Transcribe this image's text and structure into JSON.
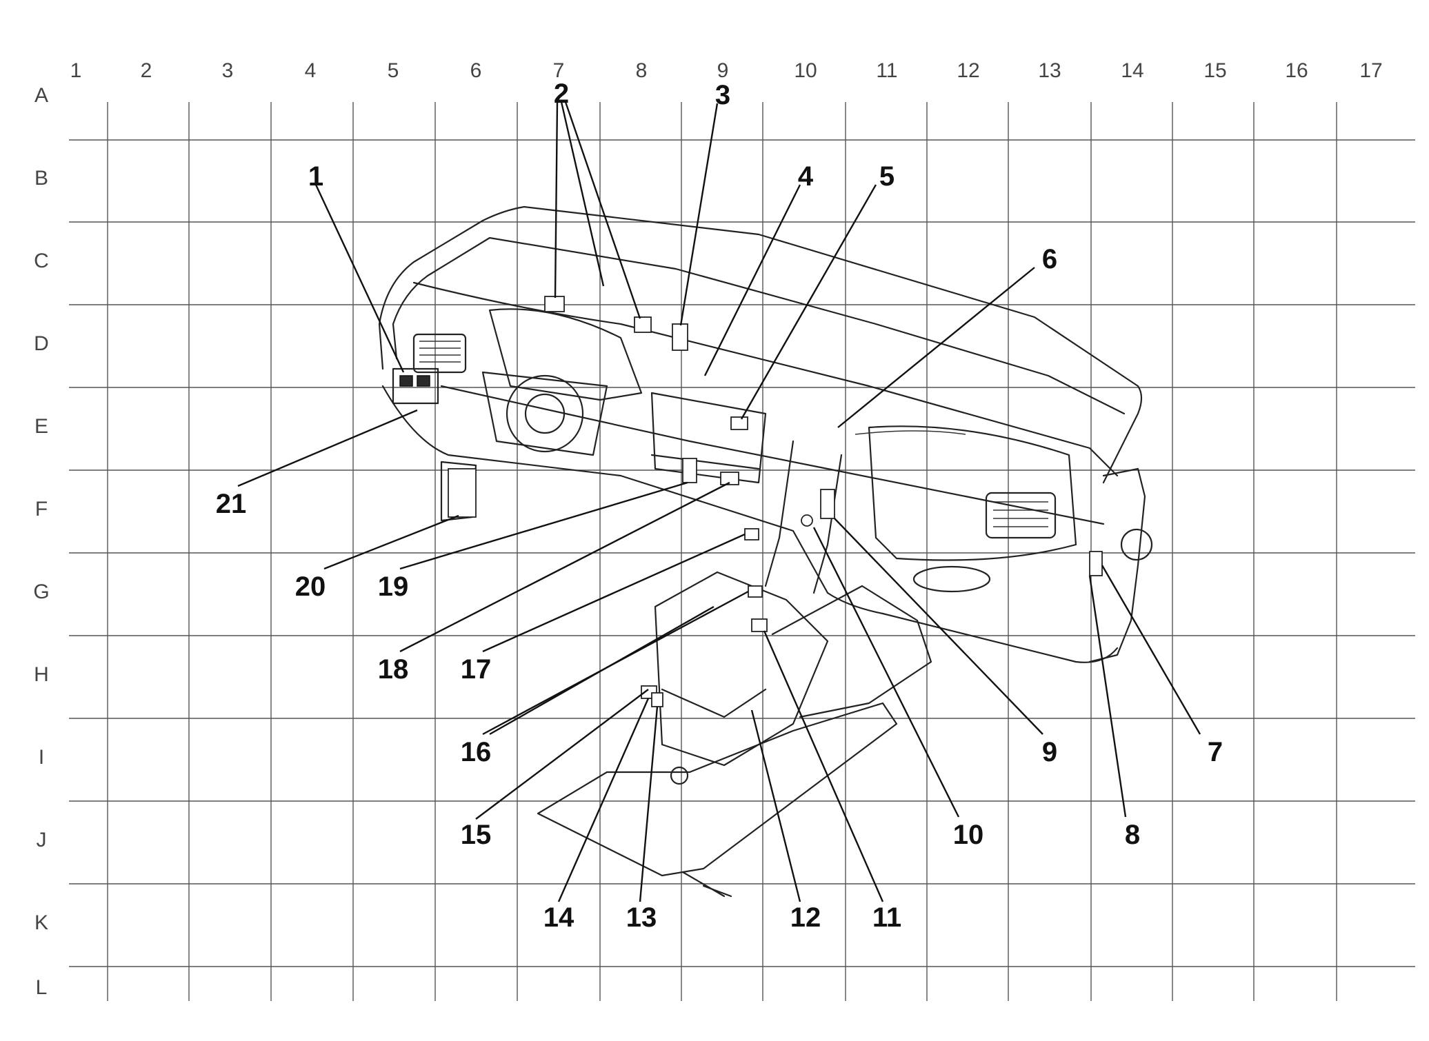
{
  "grid": {
    "columns": [
      "1",
      "2",
      "3",
      "4",
      "5",
      "6",
      "7",
      "8",
      "9",
      "10",
      "11",
      "12",
      "13",
      "14",
      "15",
      "16",
      "17"
    ],
    "rows": [
      "A",
      "B",
      "C",
      "D",
      "E",
      "F",
      "G",
      "H",
      "I",
      "J",
      "K",
      "L"
    ]
  },
  "callouts": [
    "1",
    "2",
    "3",
    "4",
    "5",
    "6",
    "7",
    "8",
    "9",
    "10",
    "11",
    "12",
    "13",
    "14",
    "15",
    "16",
    "17",
    "18",
    "19",
    "20",
    "21"
  ]
}
